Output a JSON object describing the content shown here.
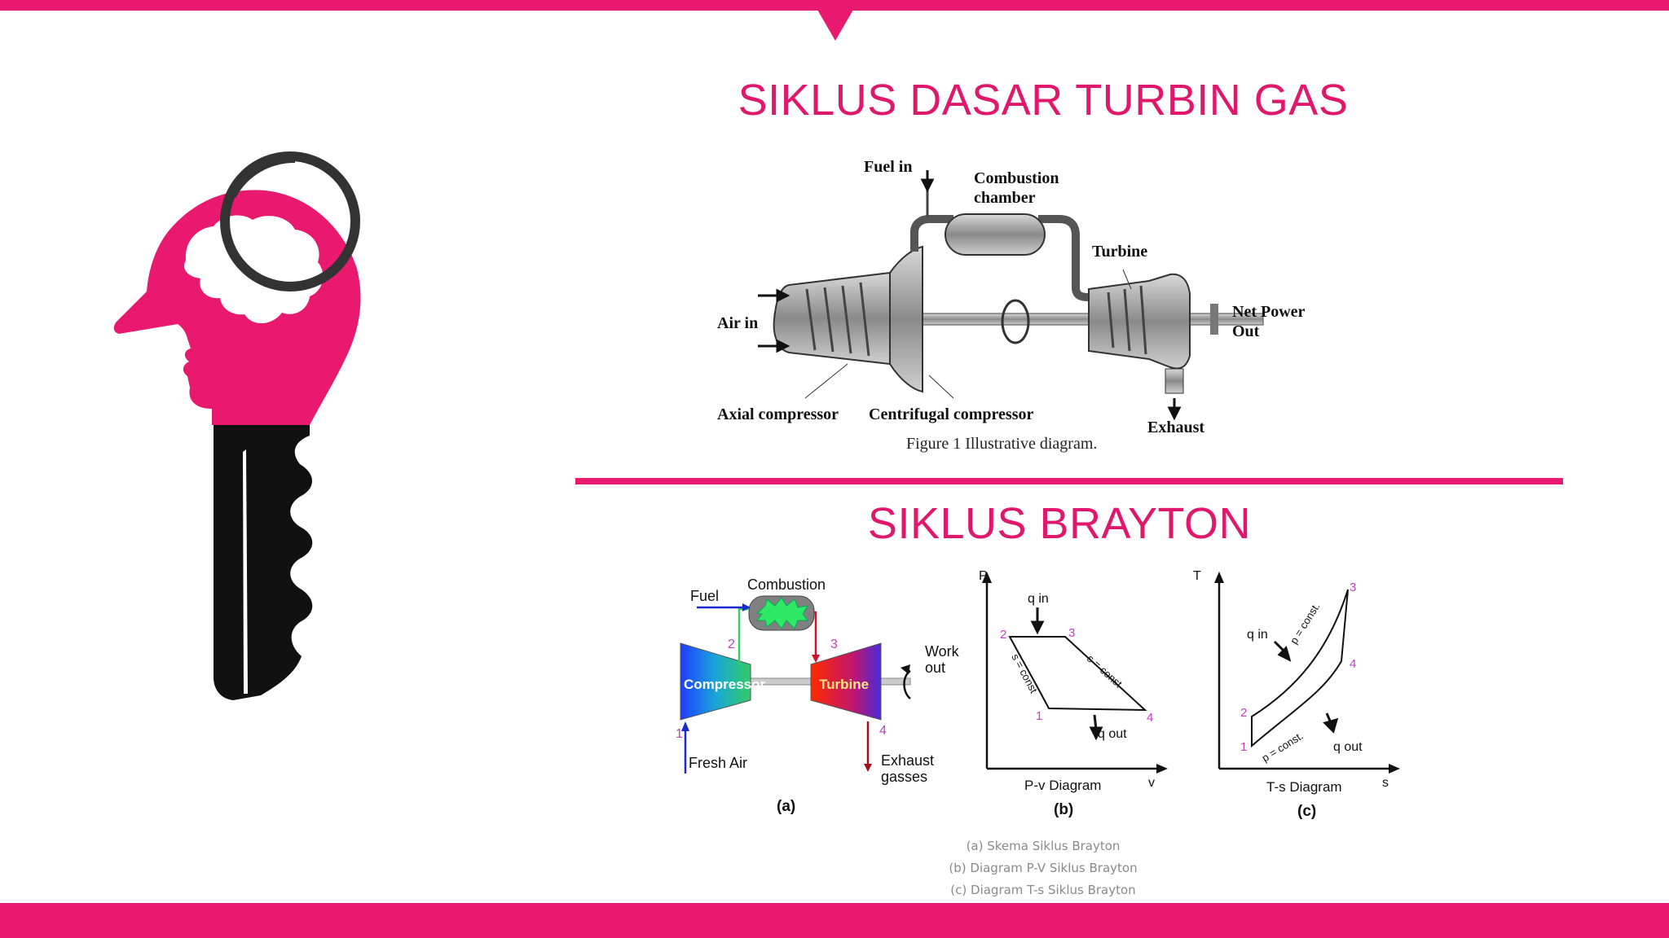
{
  "slide": {
    "title_top": "SIKLUS DASAR TURBIN GAS",
    "title_bottom": "SIKLUS BRAYTON",
    "accent_color": "#e8196e"
  },
  "figure1": {
    "fuel_in": "Fuel in",
    "combustion_l1": "Combustion",
    "combustion_l2": "chamber",
    "turbine": "Turbine",
    "air_in": "Air in",
    "net_power_l1": "Net Power",
    "net_power_l2": "Out",
    "axial": "Axial compressor",
    "centrifugal": "Centrifugal compressor",
    "exhaust": "Exhaust",
    "caption": "Figure 1 Illustrative diagram."
  },
  "schematic": {
    "fuel": "Fuel",
    "combustion": "Combustion",
    "compressor": "Compressor",
    "turbine": "Turbine",
    "work_l1": "Work",
    "work_l2": "out",
    "fresh_air": "Fresh Air",
    "exhaust_l1": "Exhaust",
    "exhaust_l2": "gasses",
    "n1": "1",
    "n2": "2",
    "n3": "3",
    "n4": "4",
    "label": "(a)"
  },
  "pv": {
    "y_axis": "P",
    "x_axis": "v",
    "q_in": "q in",
    "q_out": "q out",
    "s_const_left": "s = const",
    "s_const_right": "s = const",
    "n1": "1",
    "n2": "2",
    "n3": "3",
    "n4": "4",
    "name": "P-v Diagram",
    "label": "(b)"
  },
  "ts": {
    "y_axis": "T",
    "x_axis": "s",
    "q_in": "q in",
    "q_out": "q out",
    "p_const_top": "p = const.",
    "p_const_bottom": "p = const.",
    "n1": "1",
    "n2": "2",
    "n3": "3",
    "n4": "4",
    "name": "T-s Diagram",
    "label": "(c)"
  },
  "captions": [
    "(a) Skema Siklus Brayton",
    "(b) Diagram P-V Siklus Brayton",
    "(c) Diagram T-s Siklus Brayton"
  ]
}
